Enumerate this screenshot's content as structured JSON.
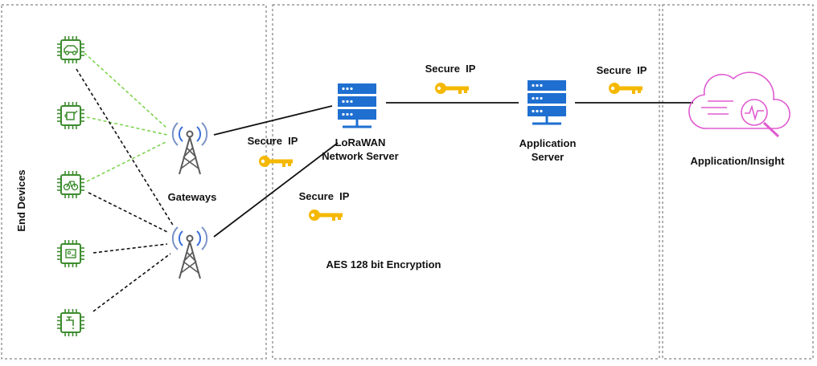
{
  "labels": {
    "end_devices": "End Devices",
    "gateways": "Gateways",
    "network_server_line1": "LoRaWAN",
    "network_server_line2": "Network Server",
    "application_server_line1": "Application",
    "application_server_line2": "Server",
    "application_insight": "Application/Insight",
    "encryption": "AES 128 bit Encryption",
    "secure_ip": "Secure  IP"
  },
  "devices": [
    {
      "icon": "car-chip-icon"
    },
    {
      "icon": "watering-can-chip-icon"
    },
    {
      "icon": "bicycle-chip-icon"
    },
    {
      "icon": "sensor-chip-icon"
    },
    {
      "icon": "faucet-chip-icon"
    }
  ],
  "colors": {
    "device_green": "#3d8c2f",
    "green_link": "#7ed34f",
    "black_link": "#111111",
    "server_blue": "#1e6fd0",
    "key_gold": "#f5b800",
    "cloud_pink": "#e05bd0",
    "tower_gray": "#5a5a5a",
    "wave_blue": "#3a6fd8",
    "panel_border": "#666666"
  }
}
